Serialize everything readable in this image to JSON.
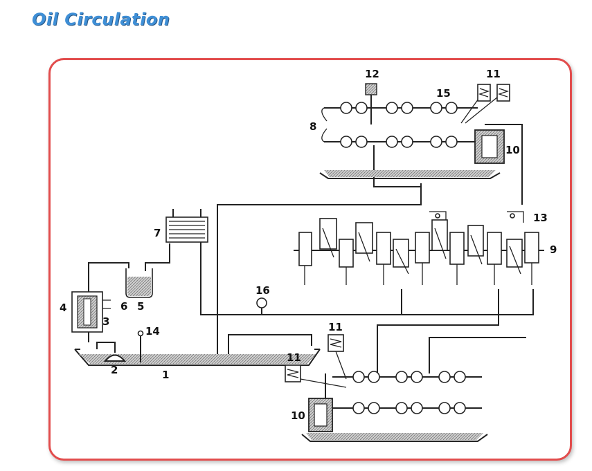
{
  "title": "Oil Circulation",
  "colors": {
    "title": "#3f8fd6",
    "frame_border": "#e24c4c",
    "line": "#222222",
    "sump_fill": "#bdbdbd"
  },
  "diagram": {
    "labels": {
      "sump": "1",
      "pump": "2",
      "filter_element": "3",
      "filter_housing": "4",
      "tank": "5",
      "bypass": "6",
      "cooler": "7",
      "upper_bearings": "8",
      "crankshaft": "9",
      "chain_tensioner_upper": "10",
      "chain_tensioner_lower": "10",
      "springs_upper": "11",
      "springs_lower_left": "11",
      "springs_lower_mid": "11",
      "gauge_top": "12",
      "connecting_rod": "13",
      "thermometer": "14",
      "camshaft_upper": "15",
      "pressure_gauge": "16"
    }
  }
}
